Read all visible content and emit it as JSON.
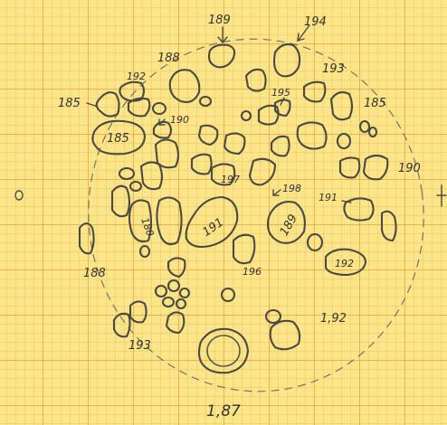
{
  "labels": {
    "l189": "189",
    "l194": "194",
    "l188_top": "188",
    "l192_left": "192",
    "l193_right": "193",
    "l185_left": "185",
    "l185_box": "185",
    "l190_upper": "190",
    "l195": "195",
    "l185_right": "185",
    "l190_1": "190",
    "l197": "197",
    "l198": "198",
    "l191_small": "191",
    "l180": "180",
    "l191": "191",
    "l189_mid": "189",
    "l188_left": "188",
    "l196": "196",
    "l192_box": "192",
    "l193_bottom": "193",
    "l192_bottom": "1,92",
    "l187": "1,87"
  }
}
